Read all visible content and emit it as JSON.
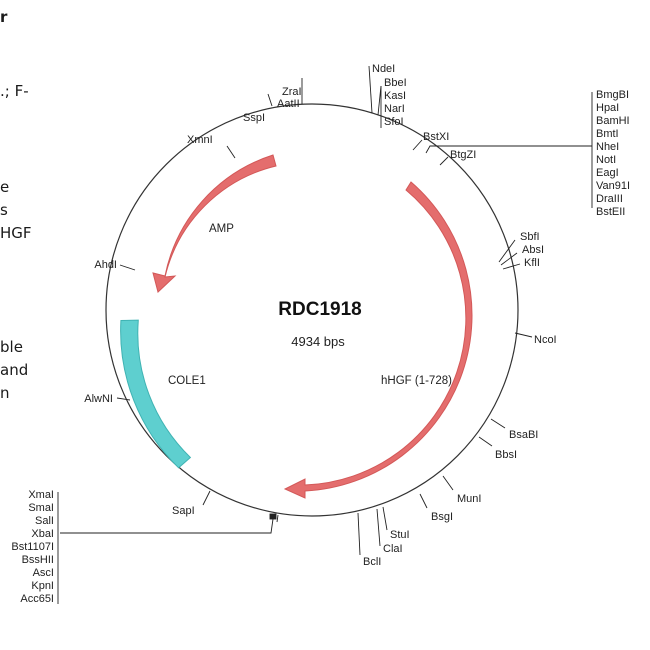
{
  "side_text": [
    {
      "text": "r",
      "bold": true
    },
    {
      "text": ".; F-",
      "bold": false
    },
    {
      "text": "e",
      "bold": false
    },
    {
      "text": "s",
      "bold": false
    },
    {
      "text": "HGF",
      "bold": false
    },
    {
      "text": "ble",
      "bold": false
    },
    {
      "text": "and",
      "bold": false
    },
    {
      "text": "n",
      "bold": false
    }
  ],
  "plasmid": {
    "name": "RDC1918",
    "size_label": "4934 bps",
    "colors": {
      "cds": "#e46d6d",
      "origin": "#5ecfcf",
      "backbone": "#333333"
    }
  },
  "features": [
    {
      "name": "AMP",
      "type": "cds",
      "direction": "ccw"
    },
    {
      "name": "hHGF (1-728)",
      "type": "cds",
      "direction": "cw"
    },
    {
      "name": "COLE1",
      "type": "origin"
    }
  ],
  "sites": {
    "ndeI": "NdeI",
    "cluster_top": [
      "BbeI",
      "KasI",
      "NarI",
      "SfoI"
    ],
    "bstXI": "BstXI",
    "btgZI": "BtgZI",
    "mcs_right": [
      "BmgBI",
      "HpaI",
      "BamHI",
      "BmtI",
      "NheI",
      "NotI",
      "EagI",
      "Van91I",
      "DraIII",
      "BstEII"
    ],
    "right_small": [
      "SbfI",
      "AbsI",
      "KflI"
    ],
    "ncoI": "NcoI",
    "bsaBI": "BsaBI",
    "bbsI": "BbsI",
    "munI": "MunI",
    "bsgI": "BsgI",
    "stuI": "StuI",
    "claI": "ClaI",
    "bclI": "BclI",
    "sapI": "SapI",
    "mcs_left": [
      "XmaI",
      "SmaI",
      "SalI",
      "XbaI",
      "Bst1107I",
      "BssHII",
      "AscI",
      "KpnI",
      "Acc65I"
    ],
    "alwNI": "AlwNI",
    "ahdI": "AhdI",
    "xmnI": "XmnI",
    "sspI": "SspI",
    "zraI": "ZraI",
    "aatII": "AatII"
  }
}
